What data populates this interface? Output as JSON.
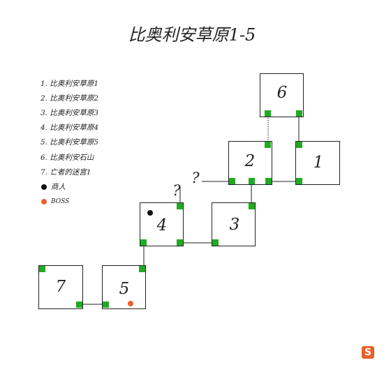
{
  "title": "比奥利安草原1-5",
  "legend": {
    "items": [
      "1. 比奥利安草原1",
      "2. 比奥利安草原2",
      "3. 比奥利安草原3",
      "4. 比奥利安草原4",
      "5. 比奥利安草原5",
      "6. 比奥利安石山",
      "7. 亡者的迷宫1"
    ],
    "merchant_label": "商人",
    "boss_label": "BOSS"
  },
  "rooms": [
    {
      "label": "1"
    },
    {
      "label": "2"
    },
    {
      "label": "3"
    },
    {
      "label": "4"
    },
    {
      "label": "5"
    },
    {
      "label": "6"
    },
    {
      "label": "7"
    }
  ],
  "unknown_marks": [
    "?",
    "?"
  ],
  "colors": {
    "portal": "#22aa22",
    "merchant": "#111111",
    "boss": "#e8602a",
    "logo": "#e8602a"
  },
  "logo_text": "S"
}
